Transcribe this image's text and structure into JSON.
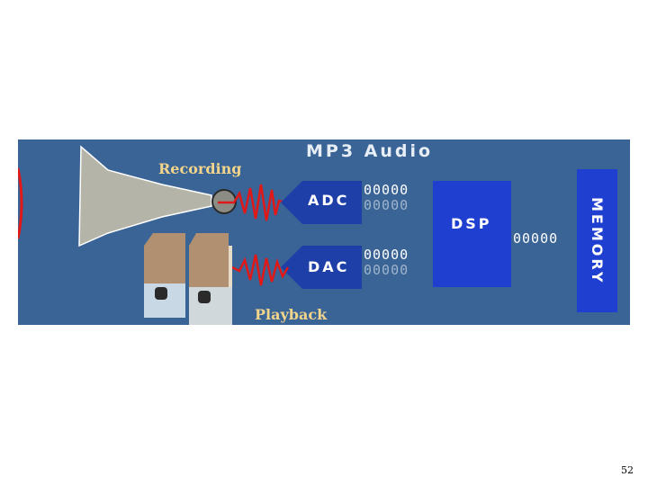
{
  "title": "MP3 Audio",
  "recording_label": "Recording",
  "playback_label": "Playback",
  "adc_label": "ADC",
  "dac_label": "DAC",
  "dsp_label": "DSP",
  "memory_label": "MEMORY",
  "adc_bits_top": "00000",
  "adc_bits_bottom": "00000",
  "dac_bits_top": "00000",
  "dac_bits_bottom": "00000",
  "dsp_memory_bits": "00000",
  "page_number": "52",
  "colors": {
    "background": "#3a6496",
    "processor_blue": "#1e3fcf",
    "signal_red": "#e01818",
    "label_gold": "#f2d48a",
    "horn_grey": "#b4b4a8"
  },
  "icons": [
    "microphone-horn-icon",
    "speaker-icon",
    "waveform-icon"
  ]
}
